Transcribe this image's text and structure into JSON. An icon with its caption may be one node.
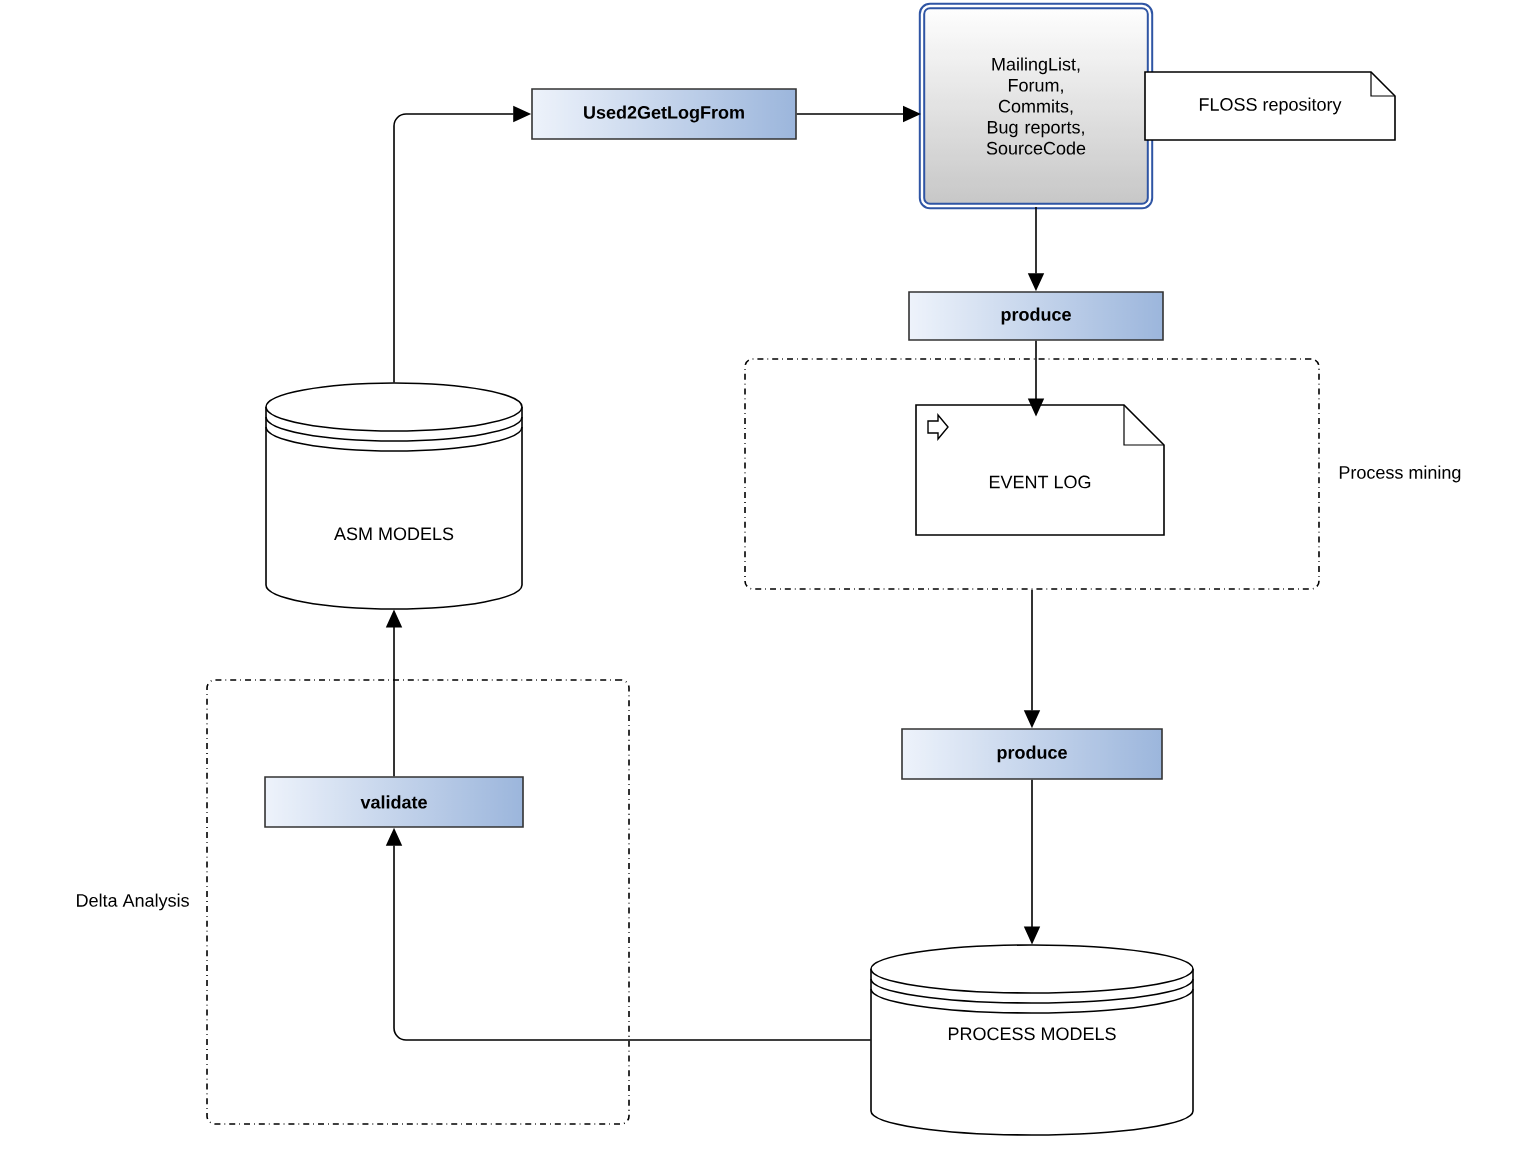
{
  "diagram": {
    "nodes": [
      {
        "text": [
          "Used2GetLogFrom"
        ]
      },
      {
        "text": [
          "MailingList, Forum, Commits, Bug reports, SourceCode"
        ]
      },
      {
        "text": [
          "FLOSS repository"
        ]
      },
      {
        "text": [
          "produce"
        ]
      },
      {
        "text": [
          "Process mining"
        ]
      },
      {
        "text": [
          "EVENT LOG"
        ],
        "in": 4
      },
      {
        "text": [
          "produce"
        ]
      },
      {
        "text": [
          "Delta Analysis"
        ]
      },
      {
        "text": [
          "validate"
        ],
        "in": 7
      },
      {
        "text": [
          "ASM MODELS"
        ]
      },
      {
        "text": [
          "PROCESS MODELS"
        ]
      }
    ],
    "edges": [
      {
        "from": 9,
        "to": 0,
        "arrow": "to"
      },
      {
        "from": 0,
        "to": 1,
        "arrow": "to"
      },
      {
        "from": 1,
        "to": 3,
        "arrow": "to"
      },
      {
        "from": 3,
        "to": 5,
        "arrow": "to"
      },
      {
        "from": 4,
        "to": 6,
        "arrow": "to"
      },
      {
        "from": 6,
        "to": 10,
        "arrow": "to"
      },
      {
        "from": 10,
        "to": 8,
        "arrow": "to"
      },
      {
        "from": 8,
        "to": 9,
        "arrow": "to"
      }
    ]
  }
}
